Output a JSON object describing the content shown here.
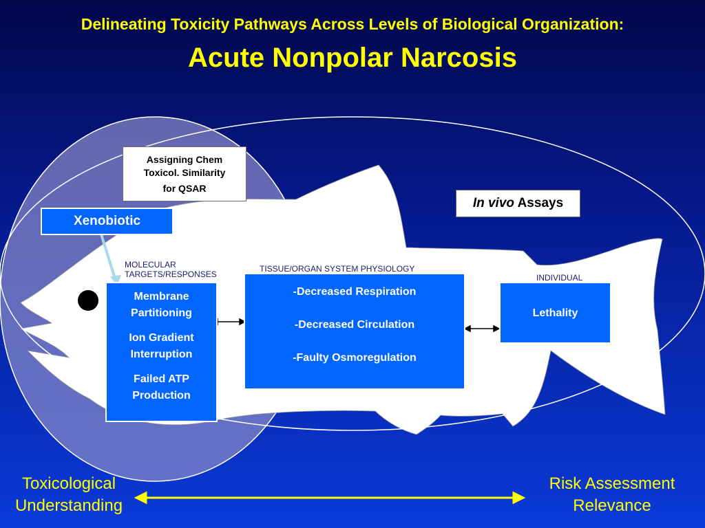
{
  "title": "Delineating Toxicity Pathways Across Levels of Biological Organization:",
  "subtitle": "Acute Nonpolar Narcosis",
  "qsar_box": [
    "Assigning Chem",
    "Toxicol. Similarity",
    "for QSAR"
  ],
  "in_vivo": {
    "italic": "In vivo",
    "rest": " Assays"
  },
  "xenobiotic": "Xenobiotic",
  "labels": {
    "molecular": [
      "MOLECULAR",
      "TARGETS/RESPONSES"
    ],
    "tissue": "TISSUE/ORGAN SYSTEM PHYSIOLOGY",
    "individual": "INDIVIDUAL"
  },
  "molecular_box": [
    "Membrane",
    "Partitioning",
    "Ion Gradient",
    "Interruption",
    "Failed ATP",
    "Production"
  ],
  "tissue_box": [
    "-Decreased Respiration",
    "-Decreased Circulation",
    "-Faulty Osmoregulation"
  ],
  "individual_box": "Lethality",
  "bottom_left": [
    "Toxicological",
    "Understanding"
  ],
  "bottom_right": [
    "Risk Assessment",
    "Relevance"
  ],
  "colors": {
    "title": "#ffff00",
    "box_blue": "#0066ff",
    "connector": "#a8d8ea"
  }
}
